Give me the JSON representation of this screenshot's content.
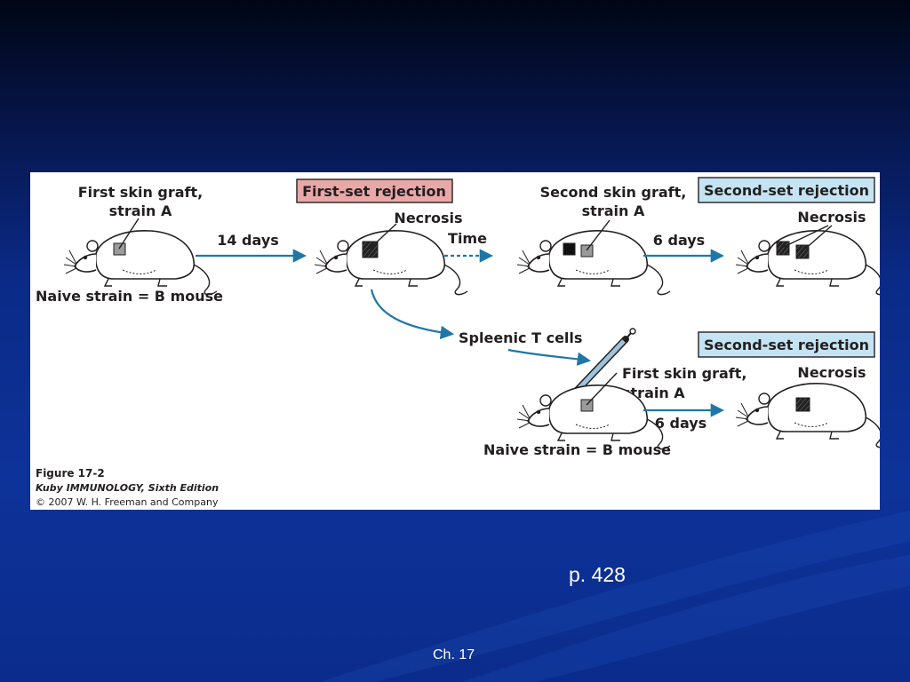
{
  "slide": {
    "page_ref": "p. 428",
    "chapter": "Ch. 17"
  },
  "figure": {
    "top_row": {
      "first_graft": [
        "First skin graft,",
        "strain A"
      ],
      "naive_label": "Naive strain = B mouse",
      "days_1": "14 days",
      "first_set_box": "First-set rejection",
      "necrosis_1": "Necrosis",
      "time": "Time",
      "second_graft": [
        "Second skin graft,",
        "strain A"
      ],
      "days_2": "6 days",
      "second_set_box": "Second-set rejection",
      "necrosis_2": "Necrosis"
    },
    "bottom_row": {
      "splenic": "Spleenic T cells",
      "first_graft": [
        "First skin graft,",
        "strain A"
      ],
      "days": "6 days",
      "second_set_box": "Second-set rejection",
      "necrosis": "Necrosis",
      "naive_label": "Naive strain = B mouse"
    },
    "caption": {
      "figure_no": "Figure 17-2",
      "book": "Kuby IMMUNOLOGY, Sixth Edition",
      "copyright": "© 2007 W. H. Freeman and Company"
    }
  },
  "colors": {
    "arrow": "#1f77a8",
    "first_set_fill": "#e9a8a8",
    "second_set_fill": "#c5e4f3",
    "graft_gray": "#9a9a9a"
  }
}
